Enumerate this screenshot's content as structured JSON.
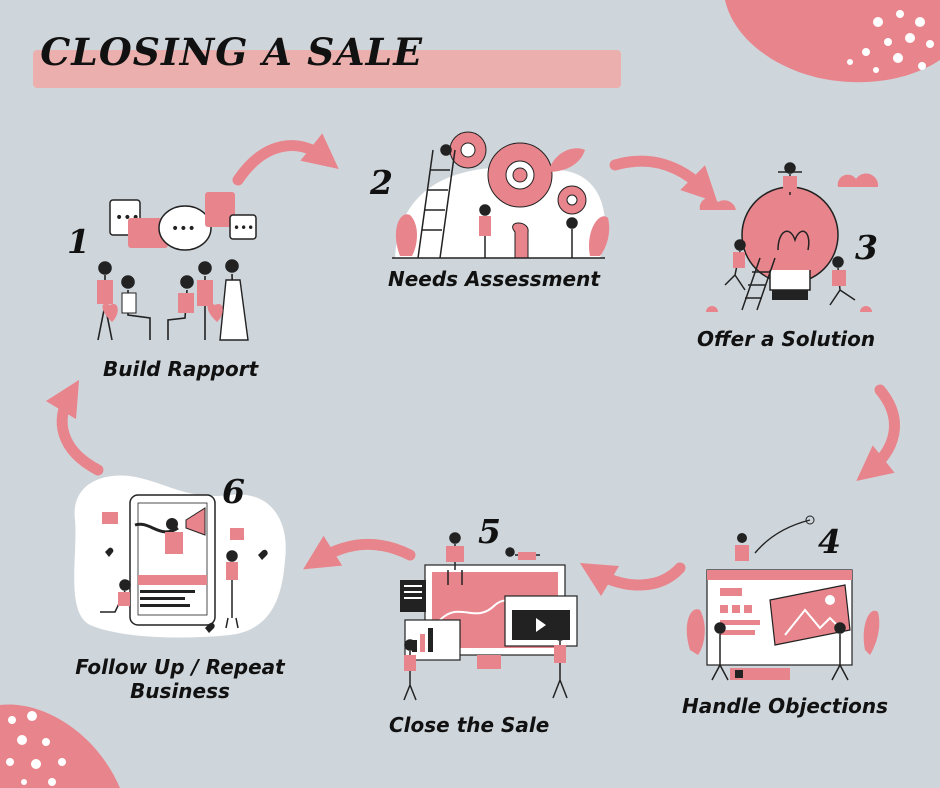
{
  "title": "CLOSING A SALE",
  "colors": {
    "background": "#cfd6db",
    "accent": "#e8848c",
    "title_bar": "#ebb0ad",
    "text": "#111111"
  },
  "steps": [
    {
      "number": "1",
      "label": "Build Rapport"
    },
    {
      "number": "2",
      "label": "Needs Assessment"
    },
    {
      "number": "3",
      "label": "Offer a Solution"
    },
    {
      "number": "4",
      "label": "Handle Objections"
    },
    {
      "number": "5",
      "label": "Close the Sale"
    },
    {
      "number": "6",
      "label": "Follow Up / Repeat Business"
    }
  ],
  "step6_label_lines": [
    "Follow Up / Repeat",
    "Business"
  ]
}
